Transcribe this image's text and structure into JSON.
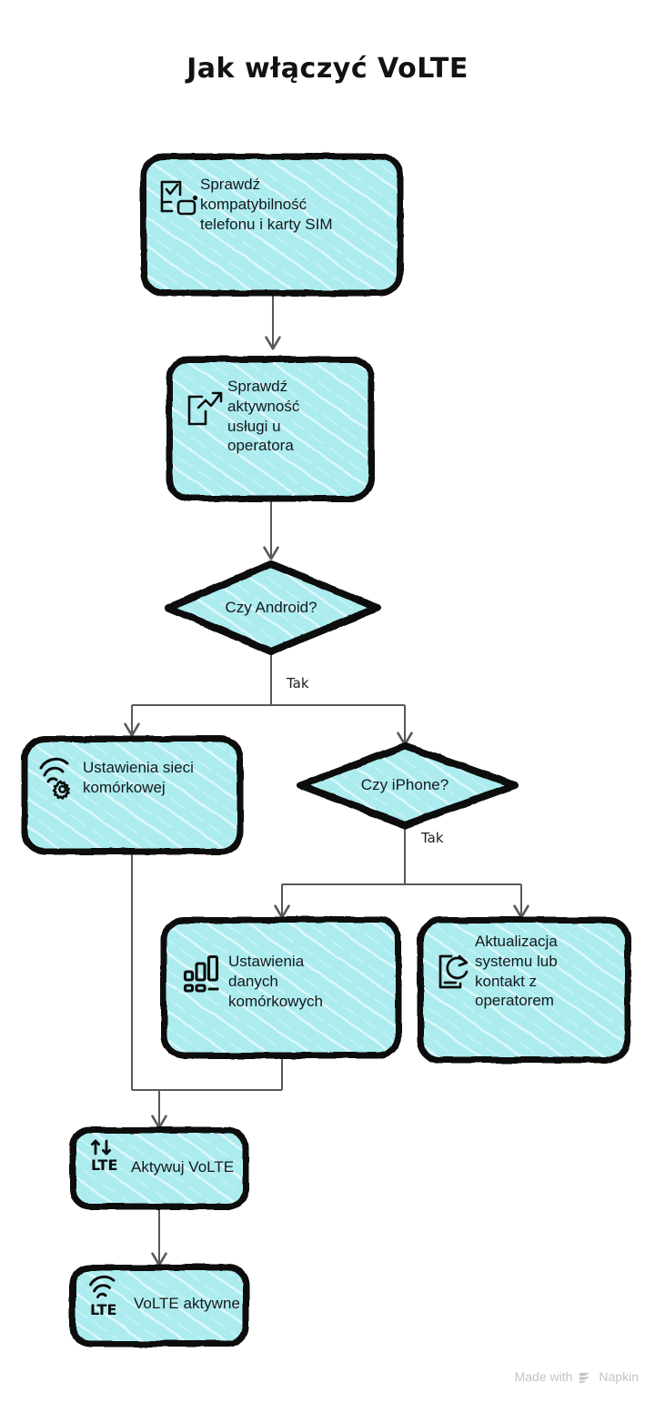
{
  "document": {
    "title": "Jak włączyć VoLTE",
    "type": "flowchart",
    "language": "pl"
  },
  "theme": {
    "node_fill": "#ACECEF",
    "node_stroke": "#0d0d0d",
    "connector_stroke": "#585858",
    "text_color": "#15191c",
    "background": "#ffffff",
    "footer_color": "#c0c4c7"
  },
  "nodes": [
    {
      "id": "n1",
      "shape": "rounded-rect",
      "label": "Sprawdź\nkompatybilność\ntelefonu i karty SIM",
      "icon": "phone-checklist-sim-icon"
    },
    {
      "id": "n2",
      "shape": "rounded-rect",
      "label": "Sprawdź\naktywność\nusługi u\noperatora",
      "icon": "phone-trending-up-icon"
    },
    {
      "id": "d1",
      "shape": "diamond",
      "label": "Czy Android?",
      "icon": ""
    },
    {
      "id": "n3",
      "shape": "rounded-rect",
      "label": "Ustawienia sieci\nkomórkowej",
      "icon": "wifi-gear-icon"
    },
    {
      "id": "d2",
      "shape": "diamond",
      "label": "Czy iPhone?",
      "icon": ""
    },
    {
      "id": "n4",
      "shape": "rounded-rect",
      "label": "Ustawienia\ndanych\nkomórkowych",
      "icon": "signal-bars-icon"
    },
    {
      "id": "n5",
      "shape": "rounded-rect",
      "label": "Aktualizacja\nsystemu lub\nkontakt z\noperatorem",
      "icon": "phone-refresh-icon"
    },
    {
      "id": "n6",
      "shape": "rounded-rect",
      "label": "Aktywuj VoLTE",
      "icon": "lte-updown-arrows-icon"
    },
    {
      "id": "n7",
      "shape": "rounded-rect",
      "label": "VoLTE aktywne",
      "icon": "lte-signal-icon"
    }
  ],
  "edges": [
    {
      "from": "n1",
      "to": "n2",
      "label": ""
    },
    {
      "from": "n2",
      "to": "d1",
      "label": ""
    },
    {
      "from": "d1",
      "to": "n3",
      "label": "Tak"
    },
    {
      "from": "d1",
      "to": "d2",
      "label": ""
    },
    {
      "from": "d2",
      "to": "n4",
      "label": "Tak"
    },
    {
      "from": "d2",
      "to": "n5",
      "label": ""
    },
    {
      "from": "n3",
      "to": "n6",
      "label": ""
    },
    {
      "from": "n4",
      "to": "n6",
      "label": ""
    },
    {
      "from": "n6",
      "to": "n7",
      "label": ""
    }
  ],
  "edge_labels": {
    "android_yes": "Tak",
    "iphone_yes": "Tak"
  },
  "footer": {
    "prefix": "Made with",
    "brand": "Napkin"
  }
}
